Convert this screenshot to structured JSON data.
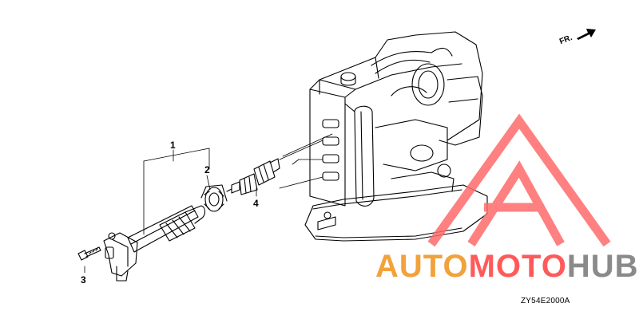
{
  "diagram": {
    "part_numbers": {
      "coil": "1",
      "seal": "2",
      "bolt": "3",
      "plug": "4"
    },
    "direction_label": "FR.",
    "diagram_code": "ZY54E2000A"
  },
  "watermark": {
    "part_a": "AUTO",
    "part_b": "MOTO",
    "part_c": "HUB",
    "colors": {
      "auto": "#f2a23a",
      "moto": "#ff5a5a",
      "hub": "#8a8a8a",
      "triangle": "#ff6a6a"
    }
  }
}
